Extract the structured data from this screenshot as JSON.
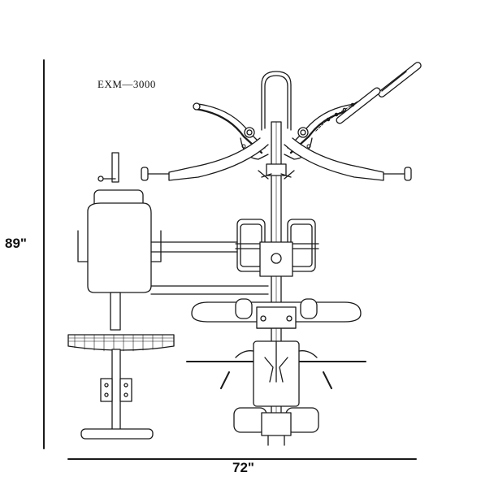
{
  "model": "EXM—3000",
  "dimensions": {
    "height": "89\"",
    "width": "72\""
  }
}
